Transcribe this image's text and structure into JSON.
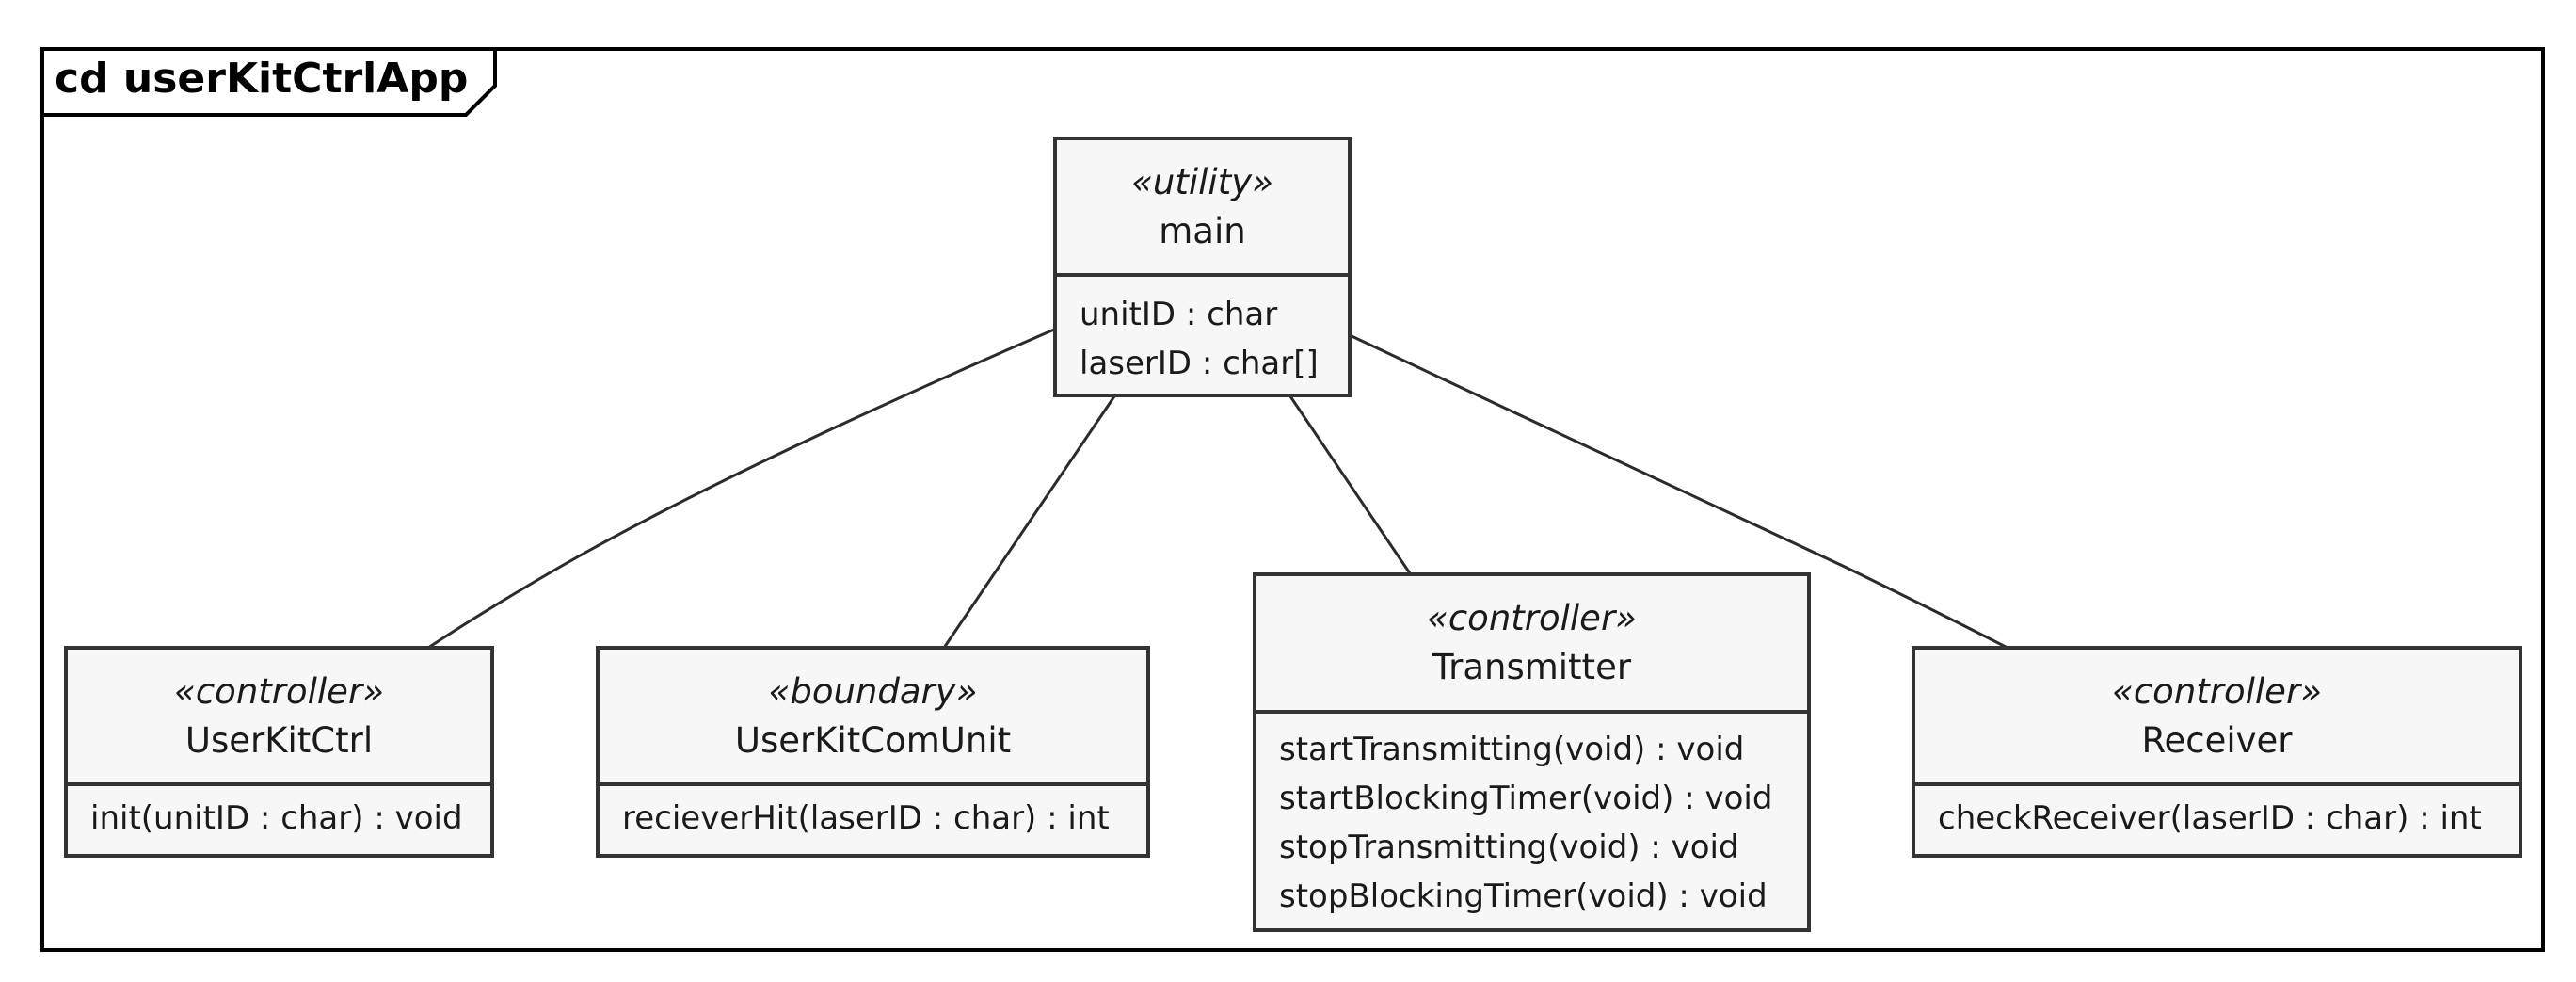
{
  "diagram": {
    "frame_title": "cd userKitCtrlApp",
    "classes": [
      {
        "stereotype": "«utility»",
        "name": "main",
        "members": [
          "unitID : char",
          "laserID : char[]"
        ]
      },
      {
        "stereotype": "«controller»",
        "name": "UserKitCtrl",
        "members": [
          "init(unitID : char) : void"
        ]
      },
      {
        "stereotype": "«boundary»",
        "name": "UserKitComUnit",
        "members": [
          "recieverHit(laserID : char) : int"
        ]
      },
      {
        "stereotype": "«controller»",
        "name": "Transmitter",
        "members": [
          "startTransmitting(void) : void",
          "startBlockingTimer(void) : void",
          "stopTransmitting(void) : void",
          "stopBlockingTimer(void) : void"
        ]
      },
      {
        "stereotype": "«controller»",
        "name": "Receiver",
        "members": [
          "checkReceiver(laserID : char) : int"
        ]
      }
    ],
    "associations": [
      {
        "from": "main",
        "to": "UserKitCtrl"
      },
      {
        "from": "main",
        "to": "UserKitComUnit"
      },
      {
        "from": "main",
        "to": "Transmitter"
      },
      {
        "from": "main",
        "to": "Receiver"
      }
    ]
  }
}
